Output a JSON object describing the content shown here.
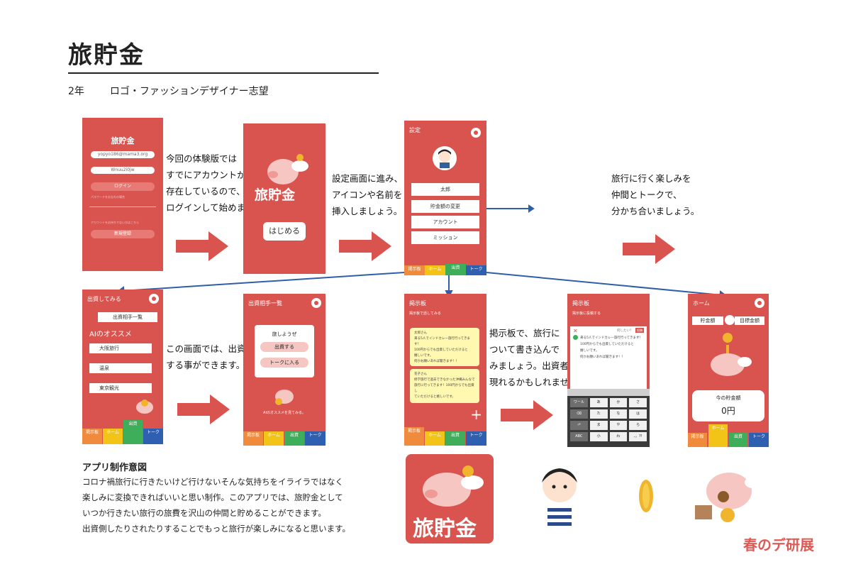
{
  "header": {
    "title": "旅貯金",
    "grade": "2年",
    "aspiration": "ロゴ・ファッションデザイナー志望"
  },
  "screen_login": {
    "title": "旅貯金",
    "email_value": "yopyo186@mama3.org",
    "password_value": "Wnuu2i0jw",
    "login_button": "ログイン",
    "forgot_link": "パスワードをお忘れの場合",
    "signup_note": "アカウントをお持ちでない方はこちら",
    "signup_button": "新規登録"
  },
  "caption1": [
    "今回の体験版では",
    "すでにアカウントが",
    "存在しているので、",
    "ログインして始めます。"
  ],
  "screen_start": {
    "logo_text": "旅貯金",
    "start_button": "はじめる"
  },
  "caption2": [
    "設定画面に進み、",
    "アイコンや名前を",
    "挿入しましょう。"
  ],
  "screen_settings": {
    "header": "設定",
    "items": [
      "太郎",
      "貯金額の変更",
      "アカウント",
      "ミッション"
    ],
    "tabs": [
      "掲示板",
      "ホーム",
      "出資",
      "トーク"
    ]
  },
  "caption3": [
    "旅行に行く楽しみを",
    "仲間とトークで、",
    "分かち合いましょう。"
  ],
  "screen_invest": {
    "header": "出資してみる",
    "list_button": "出資相手一覧",
    "ai_title": "AIのオススメ",
    "recommendations": [
      "大阪旅行",
      "温泉",
      "東京観光"
    ],
    "tabs": [
      "掲示板",
      "ホーム",
      "出資",
      "トーク"
    ]
  },
  "caption4": [
    "この画面では、出資",
    "する事ができます。"
  ],
  "screen_partners": {
    "header": "出資相手一覧",
    "card_title": "旅しようぜ",
    "invest_button": "出資する",
    "talk_button": "トークに入る",
    "ai_link": "AIのオススメを見てみる。",
    "tabs": [
      "掲示板",
      "ホーム",
      "出資",
      "トーク"
    ]
  },
  "screen_board": {
    "header": "掲示板",
    "sub": "掲示板で話してみる",
    "posts": [
      [
        "太郎さん",
        "来る5人でインドカレー旅行行ってきます！",
        "100円からでも出資していただけると",
        "嬉しいです。",
        "何かお願いあれば聞きます！！"
      ],
      [
        "花子さん",
        "修学旅行で過去できなかった沖縄みんなで",
        "旅行に行ってきます！100円からでも出資し",
        "ていただけると嬉しいです。"
      ]
    ],
    "tabs": [
      "掲示板",
      "ホーム",
      "出資",
      "トーク"
    ]
  },
  "caption5": [
    "掲示板で、旅行に",
    "ついて書き込んで",
    "みましょう。出資者が",
    "現れるかもしれません。"
  ],
  "screen_post": {
    "header": "掲示板",
    "sub": "掲示板に投稿する",
    "question": "何したい？",
    "send": "投稿",
    "lines": [
      "来る5人でインドカレー旅行行ってきます！",
      "100円からでも出資していただけると",
      "嬉しいです。",
      "何かお願いあれば聞きます！！"
    ],
    "keys": [
      "ワール",
      "あ",
      "か",
      "さ",
      "⌫",
      "た",
      "な",
      "は",
      "⏎",
      "ま",
      "や",
      "ら",
      "ABC",
      "小",
      "わ",
      "、。?!"
    ]
  },
  "screen_home": {
    "header": "ホーム",
    "savings_select": "貯金額",
    "target_select": "目標金額",
    "current_label": "今の貯金額",
    "current_value": "0円",
    "tabs": [
      "掲示板",
      "ホーム",
      "出資",
      "トーク"
    ]
  },
  "intent": {
    "heading": "アプリ制作意図",
    "lines": [
      "コロナ禍旅行に行きたいけど行けないそんな気持ちをイライラではなく",
      "楽しみに変換できればいいと思い制作。このアプリでは、旅貯金として",
      "いつか行きたい旅行の旅費を沢山の仲間と貯めることができます。",
      "出資側したりされたりすることでもっと旅行が楽しみになると思います。"
    ]
  },
  "app_icon_text": "旅貯金",
  "event_logo": "春のデ研展",
  "colors": {
    "primary": "#d9534f",
    "orange": "#f08a3c",
    "yellow": "#f2c418",
    "green": "#3fae5a",
    "blue": "#2f5fb0",
    "arrow": "#d9534f",
    "line": "#2f5fa8"
  }
}
